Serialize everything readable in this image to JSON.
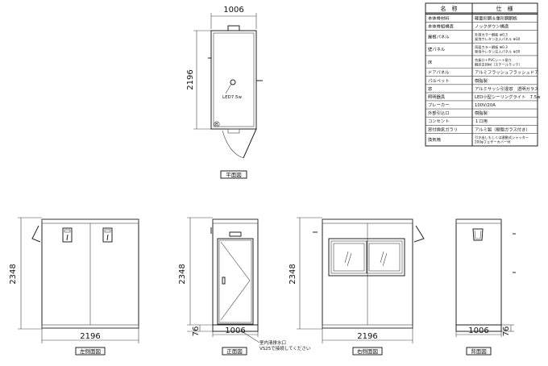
{
  "plan": {
    "width_label": "1006",
    "depth_label": "2196",
    "led_label": "LED7.5w",
    "title": "平面図"
  },
  "views": {
    "left": {
      "width_label": "2196",
      "height_label": "2348",
      "title": "左側面図"
    },
    "front": {
      "width_label": "1006",
      "height_label": "2348",
      "base_label": "76",
      "drain_note_1": "室内清排水口",
      "drain_note_2": "VS25で接続してください",
      "title": "正面図"
    },
    "right": {
      "width_label": "2196",
      "height_label": "2348",
      "title": "右側面図"
    },
    "back": {
      "width_label": "1006",
      "base_label": "76",
      "title": "背面図"
    }
  },
  "spec_table": {
    "header_name": "名　称",
    "header_spec": "仕　様",
    "rows": [
      {
        "name": "本体骨材料",
        "spec": "軽量形鋼＆重形鋼鋼板",
        "spec2": ""
      },
      {
        "name": "本体骨組構造",
        "spec": "ノックダウン構造",
        "spec2": ""
      },
      {
        "name": "屋根パネル",
        "spec": "外部カラー鋼板 ⊕0.3",
        "spec2": "発泡ウレタン注入パネル ⊕30"
      },
      {
        "name": "壁パネル",
        "spec": "両面カラー鋼板 ⊕0.3",
        "spec2": "発泡ウレタン注入パネル ⊕30"
      },
      {
        "name": "床",
        "spec": "合板⑫＋PVCシート貼り",
        "spec2": "鋼床支持材（スチールラック）"
      },
      {
        "name": "ドアパネル",
        "spec": "アルミフラッシュフラッシュドア",
        "spec2": ""
      },
      {
        "name": "パルペット",
        "spec": "樹脂製",
        "spec2": ""
      },
      {
        "name": "窓",
        "spec": "アルミサッシ引違窓　透明ガラス",
        "spec2": ""
      },
      {
        "name": "照明器具",
        "spec": "LED小型シーリングライト　7.5w",
        "spec2": ""
      },
      {
        "name": "ブレーカー",
        "spec": "100V/20A",
        "spec2": ""
      },
      {
        "name": "外部引込口",
        "spec": "樹脂製",
        "spec2": ""
      },
      {
        "name": "コンセント",
        "spec": "１口用",
        "spec2": ""
      },
      {
        "name": "窓付換気ガラリ",
        "spec": "アルミ製（樹脂ガラス付き）",
        "spec2": ""
      },
      {
        "name": "換気扇",
        "spec": "引き出しもしくは連動式シャッター",
        "spec2": "200φフェザーカバー付"
      }
    ]
  }
}
